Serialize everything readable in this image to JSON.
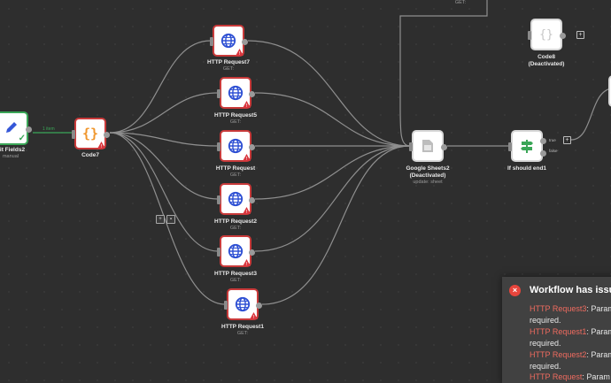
{
  "nodes": {
    "edit_fields": {
      "label": "dit Fields2",
      "sub": "manual"
    },
    "code7": {
      "label": "Code7"
    },
    "http7": {
      "label": "HTTP Request7",
      "sub": "GET:"
    },
    "http5": {
      "label": "HTTP Request5",
      "sub": "GET:"
    },
    "http": {
      "label": "HTTP Request",
      "sub": "GET:"
    },
    "http2": {
      "label": "HTTP Request2",
      "sub": "GET:"
    },
    "http3": {
      "label": "HTTP Request3",
      "sub": "GET:"
    },
    "http1": {
      "label": "HTTP Request1",
      "sub": "GET:"
    },
    "sheets": {
      "label1": "Google Sheets2",
      "label2": "(Deactivated)",
      "sub": "update: sheet"
    },
    "if_end": {
      "label": "If should end1",
      "true_label": "true",
      "false_label": "false"
    },
    "code8": {
      "label1": "Code8",
      "label2": "(Deactivated)"
    },
    "top_partial": {
      "sub": "GET:"
    }
  },
  "edge_label": "1 item",
  "toast": {
    "title": "Workflow has issu",
    "lines": [
      {
        "name": "HTTP Request3",
        "rest": ": Param",
        "req": "required."
      },
      {
        "name": "HTTP Request1",
        "rest": ": Param",
        "req": "required."
      },
      {
        "name": "HTTP Request2",
        "rest": ": Param",
        "req": "required."
      },
      {
        "name": "HTTP Request",
        "rest": ": Param",
        "req": ""
      }
    ]
  },
  "colors": {
    "error": "#c93a3a",
    "success": "#3aa657",
    "canvas": "#2e2e2e"
  }
}
